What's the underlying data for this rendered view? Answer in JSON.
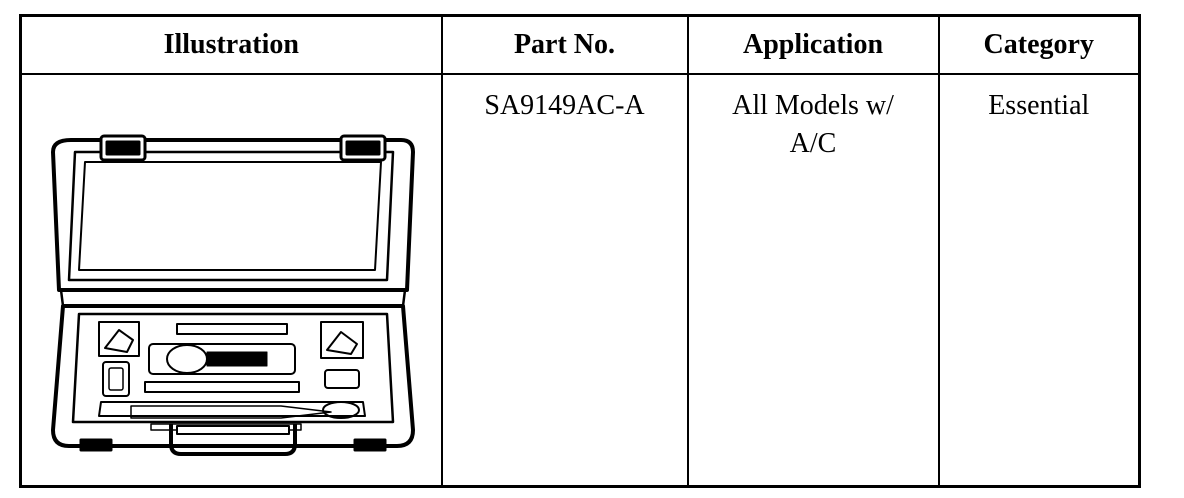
{
  "table": {
    "headers": {
      "illustration": "Illustration",
      "part_no": "Part No.",
      "application": "Application",
      "category": "Category"
    },
    "rows": [
      {
        "illustration_icon": "tool-case-icon",
        "part_no": "SA9149AC-A",
        "application": "All Models w/ A/C",
        "category": "Essential"
      }
    ]
  }
}
